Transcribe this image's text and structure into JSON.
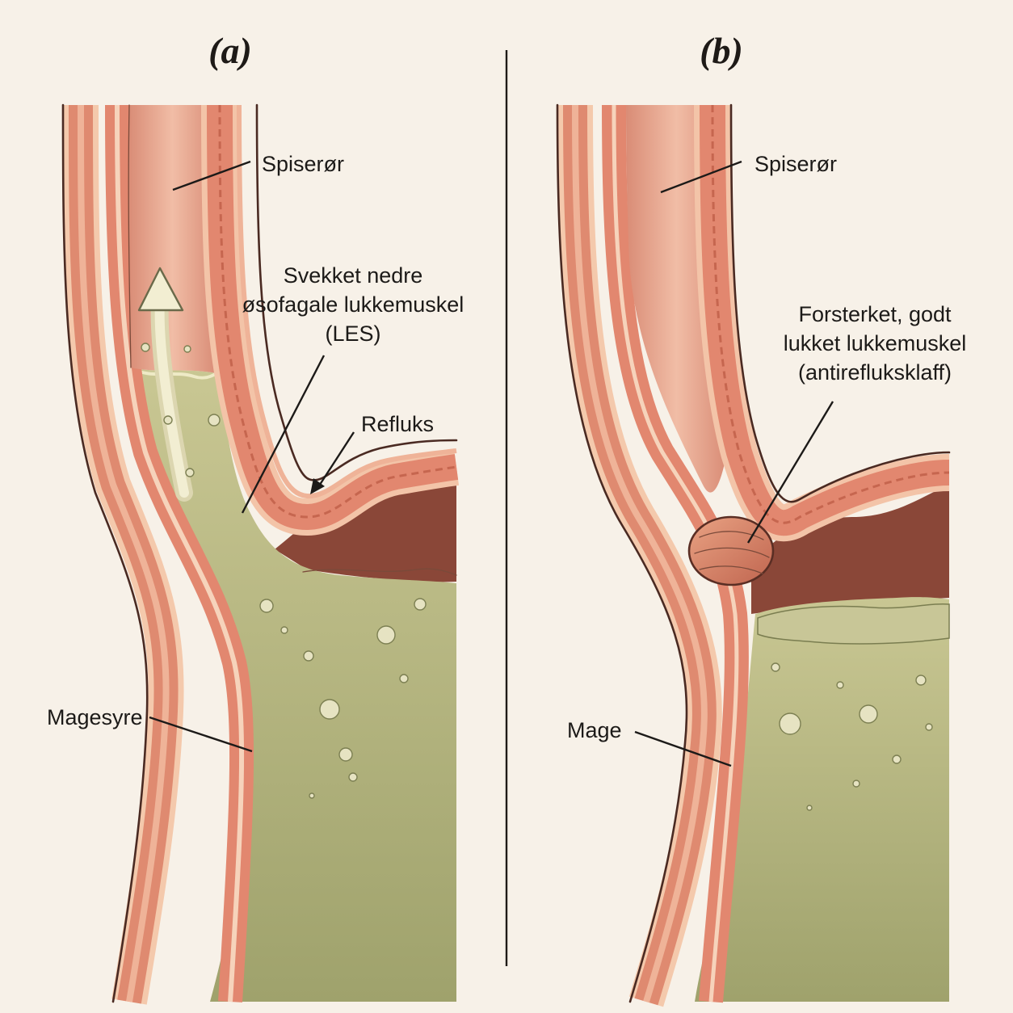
{
  "panels": [
    {
      "title": "(a)",
      "labels": {
        "esophagus": "Spiserør",
        "les": [
          "Svekket nedre",
          "øsofagale lukkemuskel",
          "(LES)"
        ],
        "reflux": "Refluks",
        "acid": "Magesyre"
      }
    },
    {
      "title": "(b)",
      "labels": {
        "esophagus": "Spiserør",
        "sphincter": [
          "Forsterket, godt",
          "lukket lukkemuskel",
          "(antirefluksklaff)"
        ],
        "stomach": "Mage"
      }
    }
  ],
  "colors": {
    "background": "#f7f1e8",
    "muscle": "#e2876f",
    "muscle_dark": "#b9584a",
    "lining": "#f3c4a8",
    "acid": "#b2b483",
    "acid_light": "#d3d2a7",
    "ink": "#1c1a18"
  }
}
